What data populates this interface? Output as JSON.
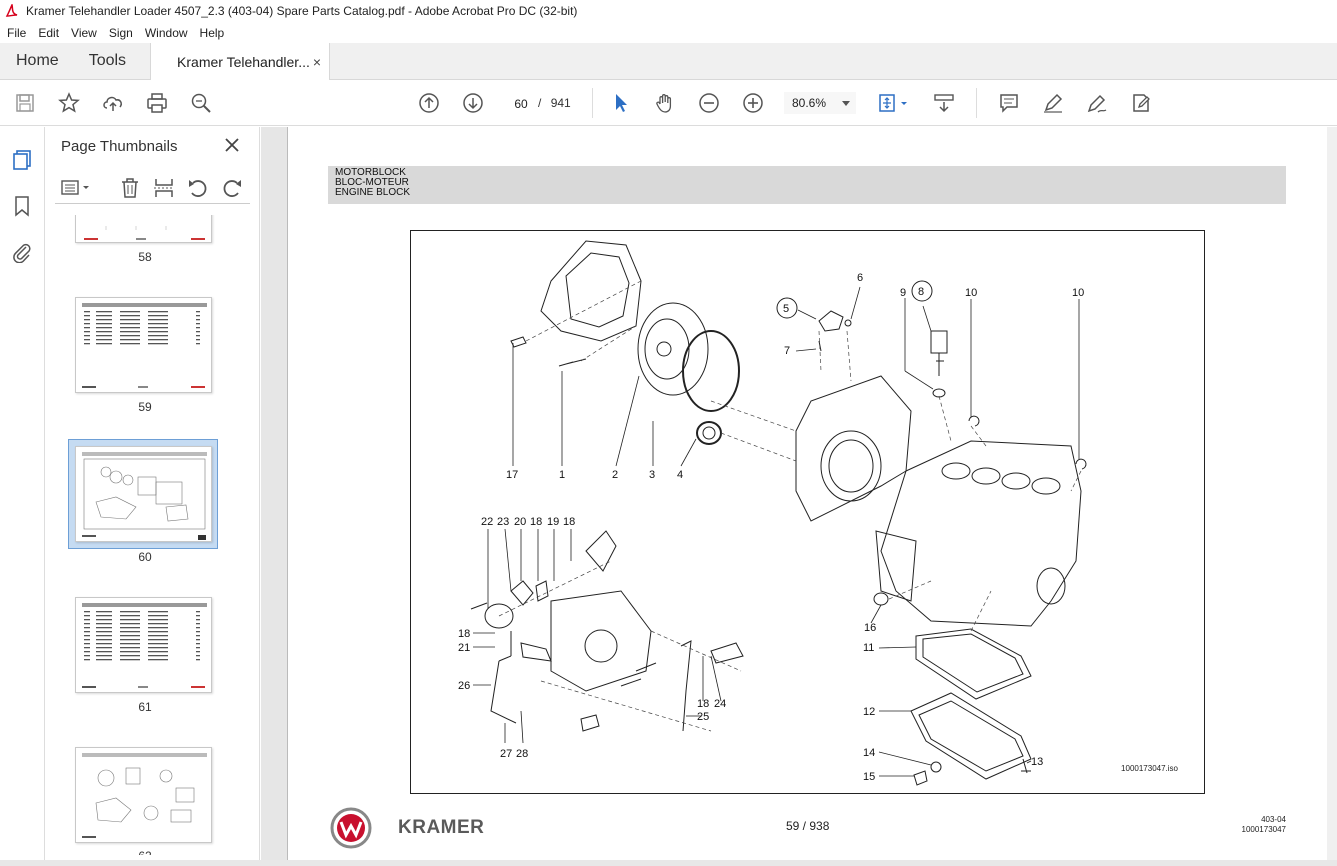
{
  "window": {
    "title": "Kramer Telehandler Loader 4507_2.3 (403-04) Spare Parts Catalog.pdf - Adobe Acrobat Pro DC (32-bit)"
  },
  "menu": [
    "File",
    "Edit",
    "View",
    "Sign",
    "Window",
    "Help"
  ],
  "tabs": {
    "home": "Home",
    "tools": "Tools",
    "document": "Kramer Telehandler...",
    "close_glyph": "×"
  },
  "toolbar": {
    "current_page": "60",
    "page_separator": "/",
    "total_pages": "941",
    "zoom": "80.6%"
  },
  "thumbnails_panel": {
    "title": "Page Thumbnails",
    "pages": [
      {
        "label": "58"
      },
      {
        "label": "59"
      },
      {
        "label": "60",
        "selected": true
      },
      {
        "label": "61"
      },
      {
        "label": "62"
      }
    ]
  },
  "document_page": {
    "header_lines": [
      "MOTORBLOCK",
      "BLOC-MOTEUR",
      "ENGINE BLOCK"
    ],
    "figure_id": "1000173047.iso",
    "callouts": [
      "5",
      "6",
      "7",
      "8",
      "9",
      "10",
      "10",
      "17",
      "1",
      "2",
      "3",
      "4",
      "22",
      "23",
      "20",
      "18",
      "19",
      "18",
      "18",
      "21",
      "26",
      "27",
      "28",
      "18",
      "24",
      "25",
      "16",
      "11",
      "12",
      "14",
      "15",
      "13"
    ],
    "page_number": "59 / 938",
    "footer_code_1": "403-04",
    "footer_code_2": "1000173047",
    "brand": "KRAMER"
  },
  "colors": {
    "accent": "#2d6fc4",
    "header_band": "#d9d9d9",
    "doc_bg": "#e6e6e6",
    "selected_thumb": "#c5dbf2"
  }
}
